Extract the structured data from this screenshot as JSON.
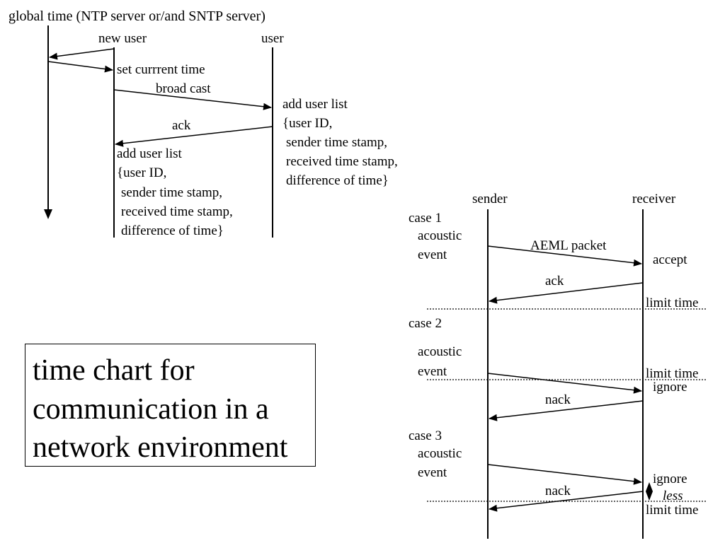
{
  "top_diagram": {
    "global_time": "global time (NTP server or/and SNTP server)",
    "new_user": "new user",
    "user": "user",
    "set_time": "set currrent time",
    "broadcast": "broad cast",
    "ack": "ack",
    "user_list": [
      "add user list",
      "{user ID,",
      "sender time stamp,",
      "received time stamp,",
      "difference of time}"
    ],
    "new_user_list": [
      "add user list",
      "{user ID,",
      "sender time stamp,",
      "received time stamp,",
      "difference of time}"
    ]
  },
  "title_box": {
    "lines": [
      "time chart for",
      "communication in a",
      "network environment"
    ]
  },
  "bottom_diagram": {
    "sender": "sender",
    "receiver": "receiver",
    "case1": {
      "label": "case 1",
      "event": [
        "acoustic",
        "event"
      ],
      "packet": "AEML packet",
      "result": "accept",
      "reply": "ack",
      "limit": "limit time"
    },
    "case2": {
      "label": "case 2",
      "event": [
        "acoustic",
        "event"
      ],
      "limit": "limit time",
      "result": "ignore",
      "reply": "nack"
    },
    "case3": {
      "label": "case 3",
      "event": [
        "acoustic",
        "event"
      ],
      "result": "ignore",
      "reply": "nack",
      "note": "less",
      "limit": "limit time"
    }
  }
}
